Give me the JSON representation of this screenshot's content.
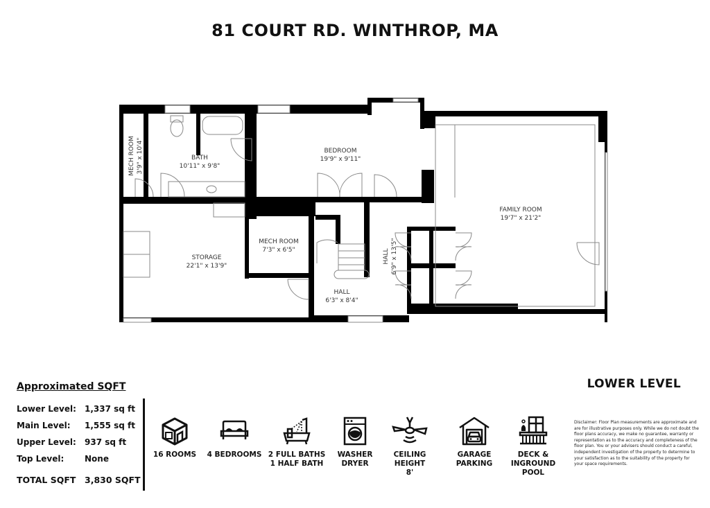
{
  "header": {
    "title": "81 COURT RD. WINTHROP, MA"
  },
  "floor_plan": {
    "level_label": "LOWER LEVEL",
    "rooms": [
      {
        "name": "MECH ROOM",
        "dims": "3'9\" x 10'4\"",
        "orientation": "vertical"
      },
      {
        "name": "BATH",
        "dims": "10'11\" x 9'8\""
      },
      {
        "name": "BEDROOM",
        "dims": "19'9\" x 9'11\""
      },
      {
        "name": "FAMILY ROOM",
        "dims": "19'7\" x 21'2\""
      },
      {
        "name": "STORAGE",
        "dims": "22'1\" x 13'9\""
      },
      {
        "name": "MECH ROOM",
        "dims": "7'3\" x 6'5\""
      },
      {
        "name": "HALL",
        "dims": "6'3\" x 8'4\""
      },
      {
        "name": "HALL",
        "dims": "6'9\" x 13'5\"",
        "orientation": "vertical"
      }
    ]
  },
  "sqft_summary": {
    "title": "Approximated SQFT",
    "rows": [
      {
        "label": "Lower Level:",
        "value": "1,337 sq ft"
      },
      {
        "label": "Main Level:",
        "value": "1,555 sq ft"
      },
      {
        "label": "Upper Level:",
        "value": "937 sq ft"
      },
      {
        "label": "Top Level:",
        "value": "None"
      }
    ],
    "total": {
      "label": "TOTAL SQFT",
      "value": "3,830 SQFT"
    }
  },
  "features": [
    {
      "icon": "rooms-cube-icon",
      "line1": "16 ROOMS",
      "line2": ""
    },
    {
      "icon": "bed-icon",
      "line1": "4 BEDROOMS",
      "line2": ""
    },
    {
      "icon": "bathtub-icon",
      "line1": "2 FULL BATHS",
      "line2": "1 HALF BATH"
    },
    {
      "icon": "washer-icon",
      "line1": "WASHER",
      "line2": "DRYER"
    },
    {
      "icon": "ceiling-fan-icon",
      "line1": "CEILING HEIGHT",
      "line2": "8'"
    },
    {
      "icon": "garage-icon",
      "line1": "GARAGE",
      "line2": "PARKING"
    },
    {
      "icon": "deck-balcony-icon",
      "line1": "DECK &",
      "line2": "INGROUND",
      "line3": "POOL"
    }
  ],
  "disclaimer": "Disclaimer: Floor Plan measurements are approximate and are for illustrative purposes only. While we do not doubt the floor plans accuracy, we make no guarantee, warranty or representation as to the accuracy and completeness of the floor plan. You or your advisers should conduct a careful, independent investigation of the property to determine to your satisfaction as to the suitability of the property for your space requirements."
}
